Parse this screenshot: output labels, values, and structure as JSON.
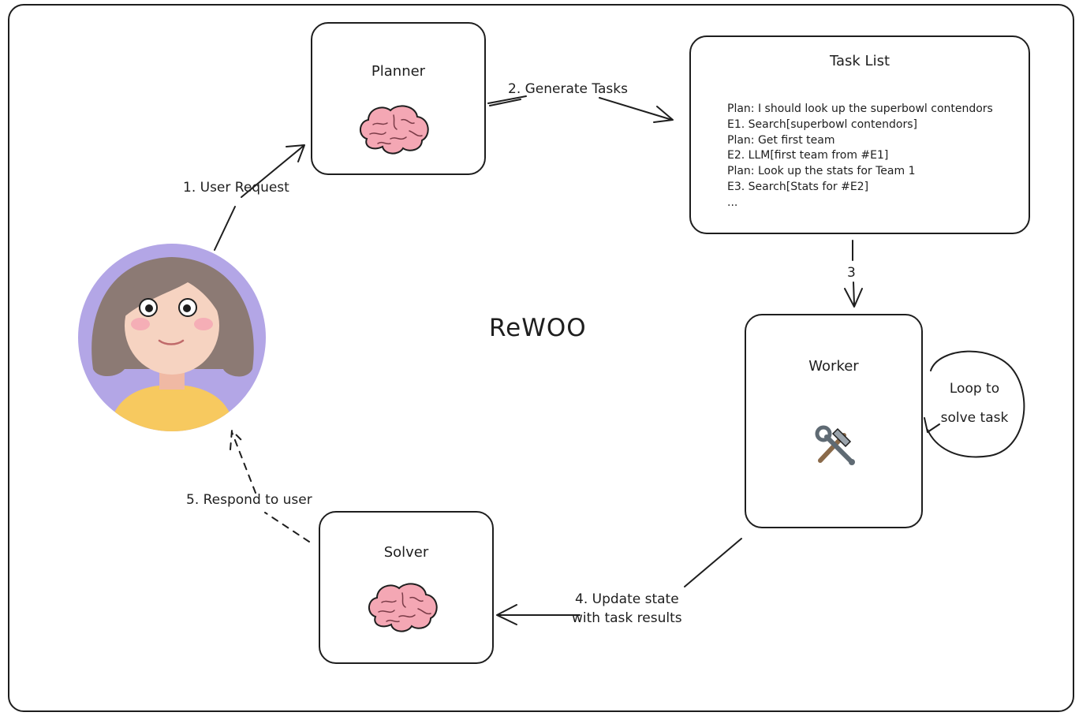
{
  "diagram": {
    "title": "ReWOO",
    "nodes": {
      "planner": {
        "label": "Planner",
        "icon": "brain-icon"
      },
      "task_list": {
        "title": "Task List",
        "lines": [
          "Plan: I should look up the superbowl contendors",
          "E1. Search[superbowl contendors]",
          "Plan: Get first team",
          "E2. LLM[first team from #E1]",
          "Plan: Look up the stats for Team 1",
          "E3. Search[Stats for #E2]",
          "..."
        ]
      },
      "worker": {
        "label": "Worker",
        "icon": "hammer-and-wrench-icon"
      },
      "solver": {
        "label": "Solver",
        "icon": "brain-icon"
      },
      "user": {
        "icon": "user-avatar-icon"
      }
    },
    "edges": {
      "step1": "1. User Request",
      "step2": "2. Generate Tasks",
      "step3": "3",
      "step4_line1": "4. Update state",
      "step4_line2": "with task results",
      "step5": "5. Respond to user",
      "loop_line1": "Loop to",
      "loop_line2": "solve task"
    }
  },
  "colors": {
    "stroke": "#1e1e1e",
    "avatar_bg": "#b3a6e6",
    "hair": "#8c7a74",
    "skin": "#f6d3c1",
    "shirt": "#f7c95f",
    "brain": "#f4a7b4"
  }
}
